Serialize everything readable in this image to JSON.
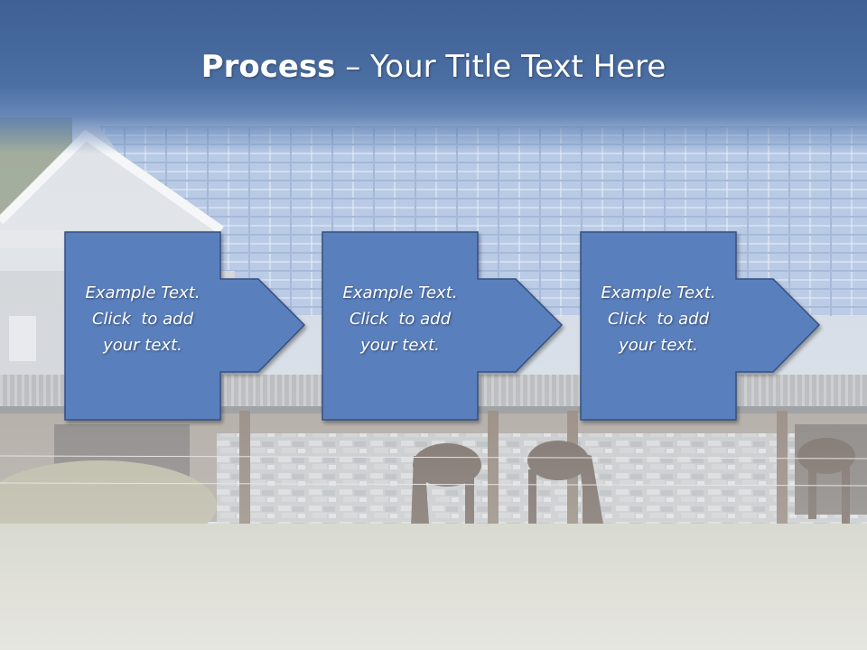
{
  "slide": {
    "title_bold": "Process",
    "title_rest": " – Your Title Text Here"
  },
  "steps": [
    {
      "line1": "Example Text.",
      "line2": "Click  to add",
      "line3": "your text."
    },
    {
      "line1": "Example Text.",
      "line2": "Click  to add",
      "line3": "your text."
    },
    {
      "line1": "Example Text.",
      "line2": "Click  to add",
      "line3": "your text."
    }
  ],
  "colors": {
    "title_band": "#3e6095",
    "arrow_fill": "#5a7fbd",
    "arrow_stroke": "#34507f",
    "text": "#ffffff"
  }
}
